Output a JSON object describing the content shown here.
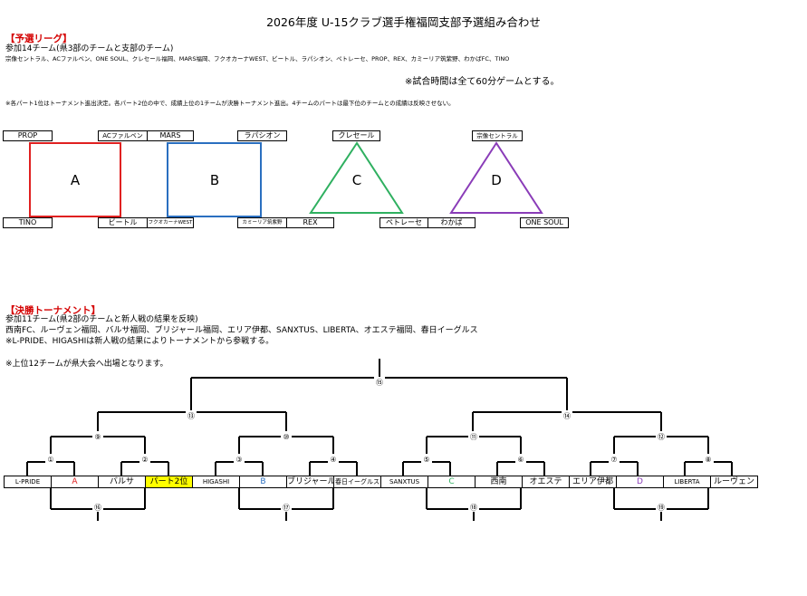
{
  "title": "2026年度 U-15クラブ選手権福岡支部予選組み合わせ",
  "prelim": {
    "heading": "【予選リーグ】",
    "participants": "参加14チーム(県3部のチームと支部のチーム)",
    "teams_line": "宗像セントラル、ACファルベン、ONE SOUL、クレセール福岡、MARS福岡、フクオカーナWEST、ビートル、ラパシオン、ペトレーセ、PROP、REX、カミーリア筑紫野、わかばFC、TINO",
    "match_time": "※試合時間は全て60分ゲームとする。",
    "note": "※各パート1位はトーナメント進出決定。各パート2位の中で、成績上位の1チームが決勝トーナメント進出。4チームのパートは最下位のチームとの成績は反映させない。",
    "groups": [
      {
        "label": "A",
        "color": "#e02020"
      },
      {
        "label": "B",
        "color": "#2a6fc0"
      },
      {
        "label": "C",
        "color": "#2fb060"
      },
      {
        "label": "D",
        "color": "#8a3cb8"
      }
    ],
    "boxes": {
      "prop": "PROP",
      "acfalben": "ACファルベン",
      "mars": "MARS",
      "rapasion": "ラパシオン",
      "kresel": "クレセール",
      "munakata": "宗像セントラル",
      "tino": "TINO",
      "beetle": "ビートル",
      "fukuokana": "フクオカーナWEST",
      "camellia": "カミーリア筑紫野",
      "rex": "REX",
      "petrese": "ペトレーセ",
      "wakaba": "わかば",
      "onesoul": "ONE SOUL"
    }
  },
  "final": {
    "heading": "【決勝トーナメント】",
    "participants": "参加11チーム(県2部のチームと新人戦の結果を反映)",
    "teams_line": "西南FC、ルーヴェン福岡、バルサ福岡、ブリジャール福岡、エリア伊都、SANXTUS、LIBERTA、オエステ福岡、春日イーグルス",
    "seed_note": "※L-PRIDE、HIGASHIは新人戦の結果によりトーナメントから参戦する。",
    "qualify_note": "※上位12チームが県大会へ出場となります。",
    "slots": [
      {
        "label": "L-PRIDE",
        "color": "#000000"
      },
      {
        "label": "A",
        "color": "#e02020"
      },
      {
        "label": "バルサ",
        "color": "#000000"
      },
      {
        "label": "パート2位",
        "color": "#000000",
        "highlight": "#ffff00"
      },
      {
        "label": "HIGASHI",
        "color": "#000000"
      },
      {
        "label": "B",
        "color": "#2a6fc0"
      },
      {
        "label": "ブリジャール",
        "color": "#000000"
      },
      {
        "label": "春日イーグルス",
        "color": "#000000"
      },
      {
        "label": "SANXTUS",
        "color": "#000000"
      },
      {
        "label": "C",
        "color": "#2fb060"
      },
      {
        "label": "西南",
        "color": "#000000"
      },
      {
        "label": "オエステ",
        "color": "#000000"
      },
      {
        "label": "エリア伊都",
        "color": "#000000"
      },
      {
        "label": "D",
        "color": "#8a3cb8"
      },
      {
        "label": "LIBERTA",
        "color": "#000000"
      },
      {
        "label": "ルーヴェン",
        "color": "#000000"
      }
    ],
    "match_numbers": [
      "①",
      "②",
      "③",
      "④",
      "⑤",
      "⑥",
      "⑦",
      "⑧",
      "⑨",
      "⑩",
      "⑪",
      "⑫",
      "⑬",
      "⑭",
      "⑮",
      "⑯",
      "⑰",
      "⑱",
      "⑲"
    ]
  }
}
